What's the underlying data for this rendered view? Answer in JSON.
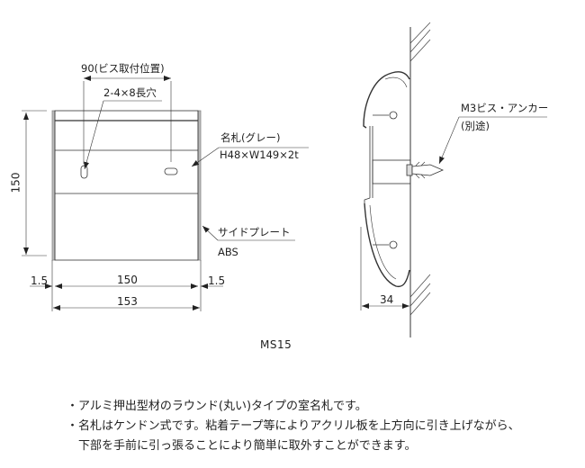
{
  "front_view": {
    "screw_pitch_label": "90(ビス取付位置)",
    "slot_label": "2-4×8長穴",
    "nameplate_label": "名札(グレー)",
    "nameplate_size": "H48×W149×2t",
    "side_plate_label": "サイドプレート",
    "side_plate_material": "ABS",
    "height_dim": "150",
    "width_inner_dim": "150",
    "width_total_dim": "153",
    "side_margin_left": "1.5",
    "side_margin_right": "1.5"
  },
  "side_view": {
    "anchor_label": "M3ビス・アンカー",
    "anchor_note": "(別途)",
    "depth_dim": "34"
  },
  "model": "MS15",
  "notes": [
    "・アルミ押出型材のラウンド(丸い)タイプの室名札です。",
    "・名札はケンドン式です。粘着テープ等によりアクリル板を上方向に引き上げながら、",
    "　下部を手前に引っ張ることにより簡単に取外すことができます。"
  ],
  "colors": {
    "line": "#333333",
    "panel_edge": "#888888"
  }
}
